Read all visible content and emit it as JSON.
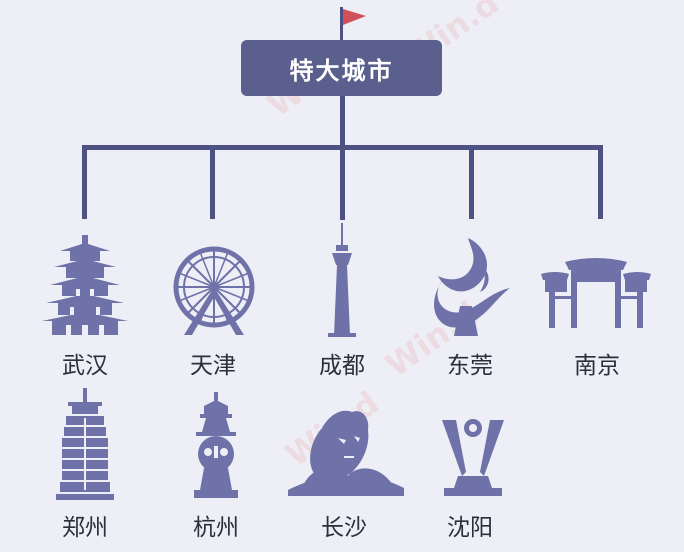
{
  "root": {
    "label": "特大城市"
  },
  "cities": [
    {
      "name": "武汉",
      "icon": "yellow-crane-tower-icon"
    },
    {
      "name": "天津",
      "icon": "ferris-wheel-icon"
    },
    {
      "name": "成都",
      "icon": "tv-tower-icon"
    },
    {
      "name": "东莞",
      "icon": "sculpture-icon"
    },
    {
      "name": "南京",
      "icon": "archway-icon"
    },
    {
      "name": "郑州",
      "icon": "stacked-tower-icon"
    },
    {
      "name": "杭州",
      "icon": "pagoda-icon"
    },
    {
      "name": "长沙",
      "icon": "head-statue-icon"
    },
    {
      "name": "沈阳",
      "icon": "gate-monument-icon"
    }
  ],
  "watermark": "Win.d",
  "colors": {
    "box": "#5b5f8e",
    "line": "#4e5282",
    "icon": "#6e72a8",
    "background": "#eeeef6"
  }
}
